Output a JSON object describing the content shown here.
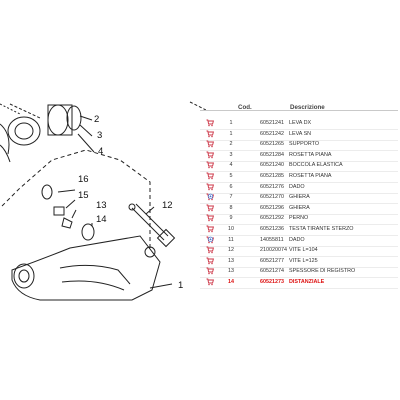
{
  "table": {
    "headers": {
      "code": "Cod.",
      "description": "Descrizione"
    },
    "rows": [
      {
        "num": "1",
        "code": "60521241",
        "desc": "LEVA DX",
        "icon": "cart-icon"
      },
      {
        "num": "1",
        "code": "60521242",
        "desc": "LEVA SN",
        "icon": "cart-icon"
      },
      {
        "num": "2",
        "code": "60521265",
        "desc": "SUPPORTO",
        "icon": "cart-icon"
      },
      {
        "num": "3",
        "code": "60521284",
        "desc": "ROSETTA PIANA",
        "icon": "cart-icon"
      },
      {
        "num": "4",
        "code": "60521240",
        "desc": "BOCCOLA ELASTICA",
        "icon": "cart-icon"
      },
      {
        "num": "5",
        "code": "60521285",
        "desc": "ROSETTA PIANA",
        "icon": "cart-icon"
      },
      {
        "num": "6",
        "code": "60521276",
        "desc": "DADO",
        "icon": "cart-icon"
      },
      {
        "num": "7",
        "code": "60521270",
        "desc": "GHIERA",
        "icon": "plus-cart-icon"
      },
      {
        "num": "8",
        "code": "60521296",
        "desc": "GHIERA",
        "icon": "cart-icon"
      },
      {
        "num": "9",
        "code": "60521292",
        "desc": "PERNO",
        "icon": "cart-icon"
      },
      {
        "num": "10",
        "code": "60521236",
        "desc": "TESTA TIRANTE STERZO",
        "icon": "cart-icon"
      },
      {
        "num": "11",
        "code": "14055811",
        "desc": "DADO",
        "icon": "plus-cart-icon"
      },
      {
        "num": "12",
        "code": "210020074",
        "desc": "VITE L=104",
        "icon": "cart-icon"
      },
      {
        "num": "13",
        "code": "60521277",
        "desc": "VITE L=125",
        "icon": "cart-icon"
      },
      {
        "num": "13",
        "code": "60521274",
        "desc": "SPESSORE DI REGISTRO",
        "icon": "cart-icon"
      },
      {
        "num": "14",
        "code": "60521273",
        "desc": "DISTANZIALE",
        "icon": "cart-icon",
        "highlight": true
      }
    ]
  },
  "diagram": {
    "callouts": [
      "2",
      "3",
      "4",
      "16",
      "15",
      "13",
      "14",
      "12",
      "1"
    ]
  },
  "colors": {
    "highlight": "#dd1111",
    "icon": "#cc3344"
  }
}
